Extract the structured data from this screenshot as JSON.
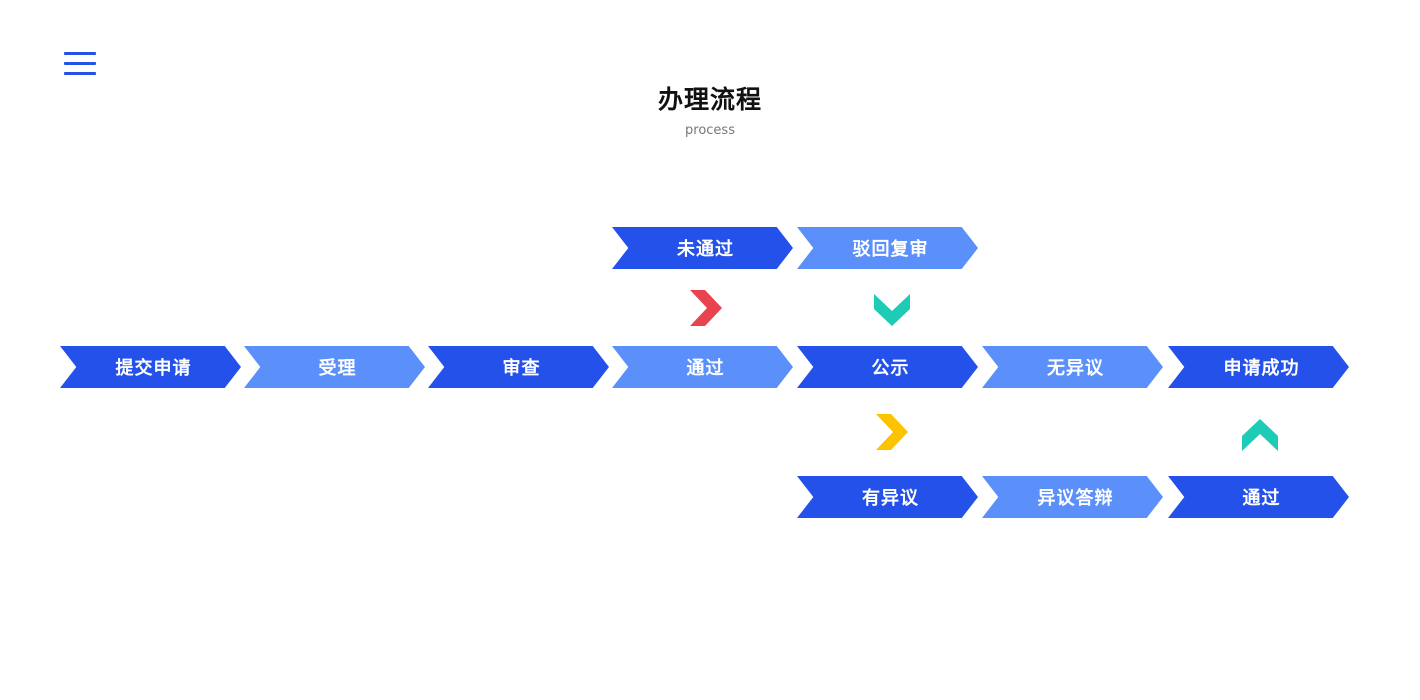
{
  "header": {
    "menu_icon": "hamburger-menu-icon",
    "title": "办理流程",
    "subtitle": "process"
  },
  "colors": {
    "primary": "#2451ea",
    "secondary": "#5b8ff9",
    "arrow_red": "#e8434f",
    "arrow_teal": "#1ecbb6",
    "arrow_yellow": "#fcc400"
  },
  "flow": {
    "main": [
      {
        "label": "提交申请",
        "style": "dark"
      },
      {
        "label": "受理",
        "style": "light"
      },
      {
        "label": "审查",
        "style": "dark"
      },
      {
        "label": "通过",
        "style": "light"
      },
      {
        "label": "公示",
        "style": "dark"
      },
      {
        "label": "无异议",
        "style": "light"
      },
      {
        "label": "申请成功",
        "style": "dark"
      }
    ],
    "top": [
      {
        "label": "未通过",
        "style": "dark"
      },
      {
        "label": "驳回复审",
        "style": "light"
      }
    ],
    "bottom": [
      {
        "label": "有异议",
        "style": "dark"
      },
      {
        "label": "异议答辩",
        "style": "light"
      },
      {
        "label": "通过",
        "style": "dark"
      }
    ],
    "connectors": [
      {
        "name": "chevron-right-icon",
        "direction": "right",
        "color": "#e8434f"
      },
      {
        "name": "chevron-down-icon",
        "direction": "down",
        "color": "#1ecbb6"
      },
      {
        "name": "chevron-right-icon",
        "direction": "right",
        "color": "#fcc400"
      },
      {
        "name": "chevron-up-icon",
        "direction": "up",
        "color": "#1ecbb6"
      }
    ]
  }
}
